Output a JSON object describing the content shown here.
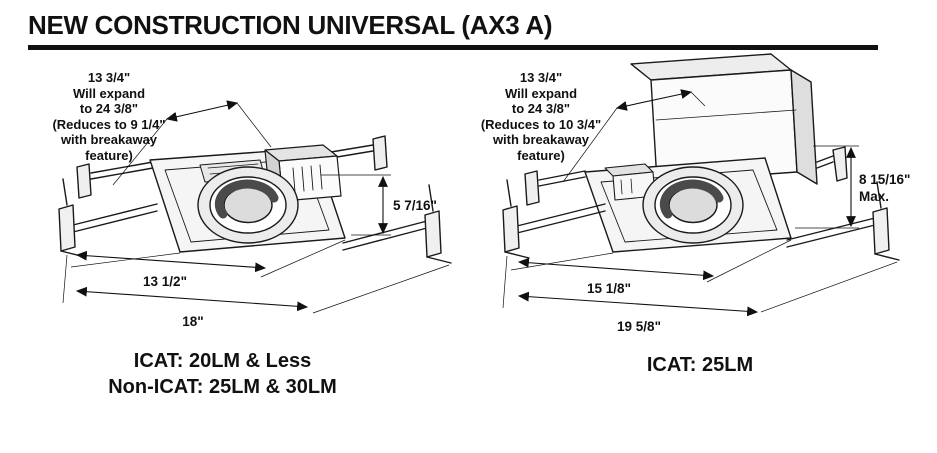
{
  "title": "NEW CONSTRUCTION UNIVERSAL (AX3 A)",
  "diagrams": [
    {
      "name": "left-unit",
      "note_lines": [
        "13 3/4\"",
        "Will expand",
        "to 24 3/8\"",
        "(Reduces to 9 1/4\"",
        "with breakaway",
        "feature)"
      ],
      "height_dim": "5 7/16\"",
      "inner_width_dim": "13 1/2\"",
      "outer_width_dim": "18\"",
      "caption_lines": [
        "ICAT: 20LM & Less",
        "Non-ICAT: 25LM & 30LM"
      ]
    },
    {
      "name": "right-unit",
      "note_lines": [
        "13 3/4\"",
        "Will expand",
        "to 24 3/8\"",
        "(Reduces to 10 3/4\"",
        "with breakaway",
        "feature)"
      ],
      "height_dim": "8 15/16\"",
      "height_dim_note": "Max.",
      "inner_width_dim": "15 1/8\"",
      "outer_width_dim": "19 5/8\"",
      "caption_lines": [
        "ICAT: 25LM"
      ]
    }
  ],
  "colors": {
    "ink": "#111111",
    "line": "#1a1a1a",
    "panel_fill": "#f5f5f5"
  }
}
